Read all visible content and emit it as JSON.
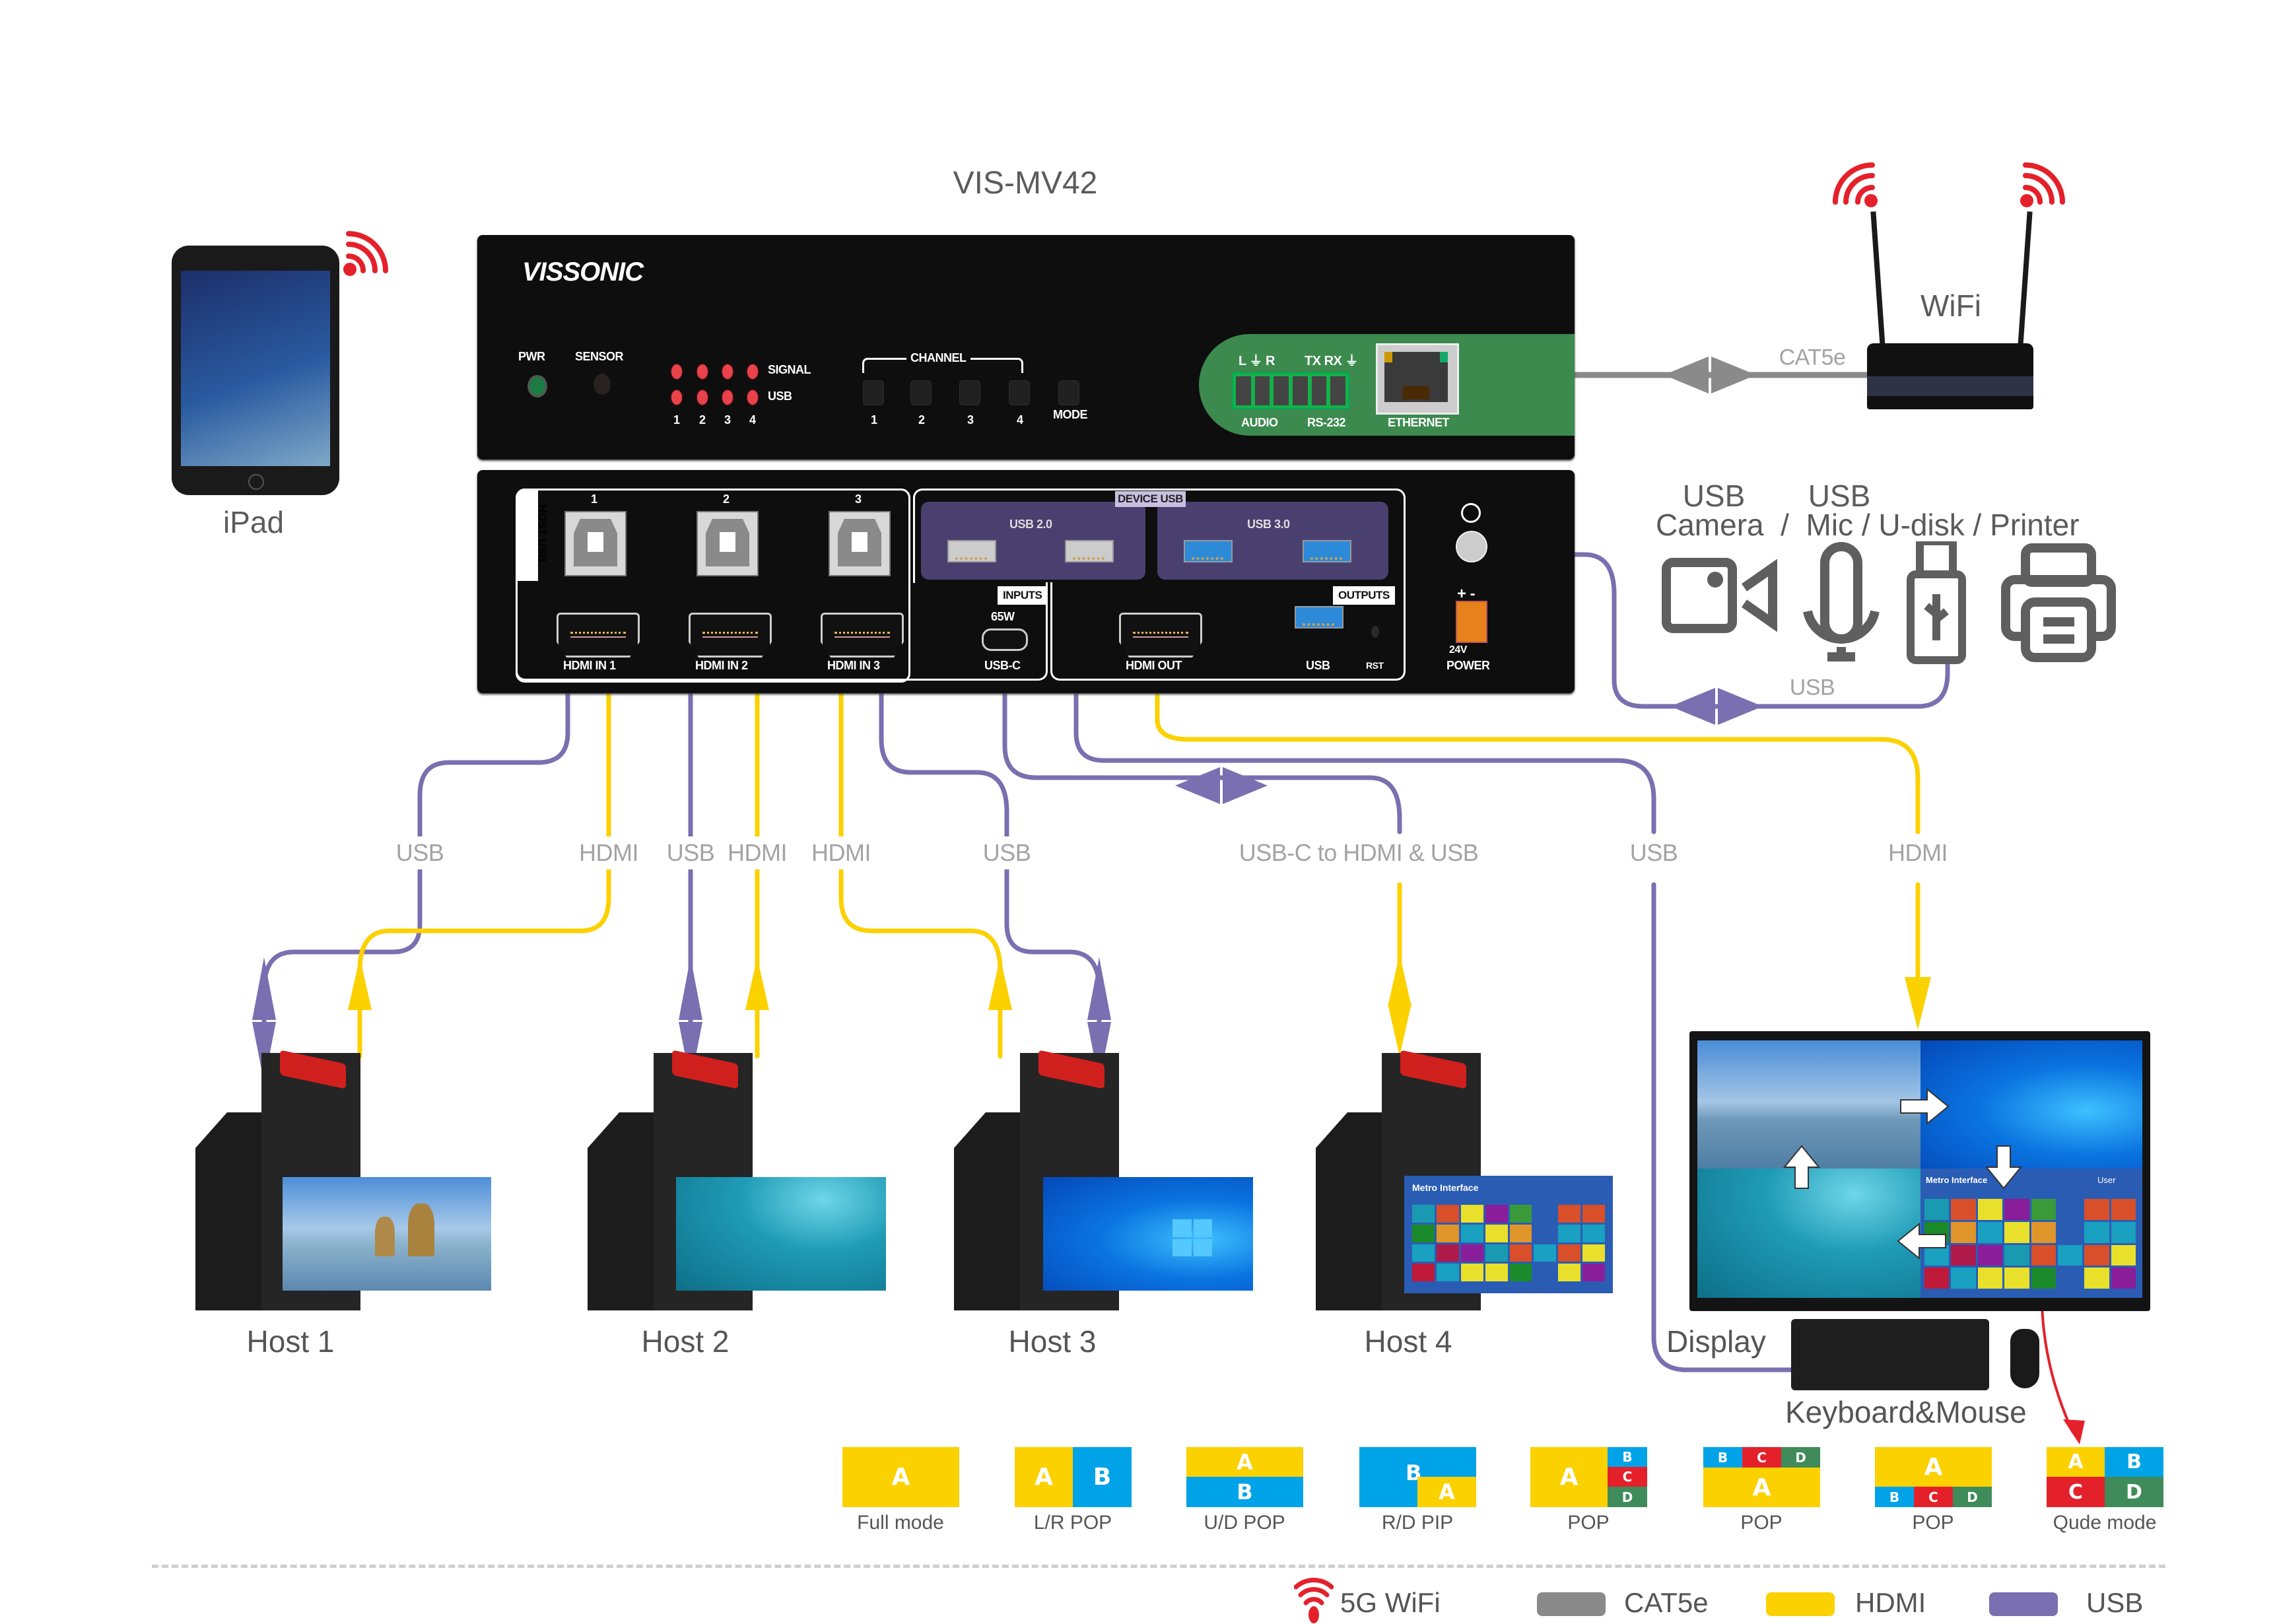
{
  "title": "VIS-MV42",
  "device": {
    "brand": "VISSONIC",
    "front": {
      "pwr": "PWR",
      "sensor": "SENSOR",
      "signal": "SIGNAL",
      "usb": "USB",
      "led_numbers": [
        "1",
        "2",
        "3",
        "4"
      ],
      "channel": "CHANNEL",
      "channel_numbers": [
        "1",
        "2",
        "3",
        "4"
      ],
      "mode": "MODE",
      "audio_pins": "L ⏚ R",
      "rs232_pins": "TX RX ⏚",
      "audio": "AUDIO",
      "rs232": "RS-232",
      "ethernet": "ETHERNET"
    },
    "back": {
      "host_usb": "HOST USB",
      "host_usb_numbers": [
        "1",
        "2",
        "3"
      ],
      "device_usb": "DEVICE USB",
      "usb20": "USB 2.0",
      "usb30": "USB 3.0",
      "inputs": "INPUTS",
      "outputs": "OUTPUTS",
      "hdmi_in": [
        "HDMI IN 1",
        "HDMI IN 2",
        "HDMI IN 3"
      ],
      "usbc_power": "65W",
      "usbc": "USB-C",
      "hdmi_out": "HDMI OUT",
      "usb_out": "USB",
      "rst": "RST",
      "power_polarity": "+ -",
      "power_voltage": "24V",
      "power": "POWER"
    }
  },
  "peripherals": {
    "ipad": "iPad",
    "wifi": "WiFi",
    "cat5e_label": "CAT5e",
    "usb_devices_line1": "USB          USB",
    "usb_camera": "USB",
    "usb_mic": "USB",
    "usb_devices_line2": "Camera  /  Mic / U-disk / Printer",
    "usb_label": "USB",
    "display": "Display",
    "keyboard_mouse": "Keyboard&Mouse"
  },
  "cable_labels": {
    "h1_usb": "USB",
    "h1_hdmi": "HDMI",
    "h2_usb": "USB",
    "h2_hdmi": "HDMI",
    "h3_hdmi": "HDMI",
    "h3_usb": "USB",
    "h4": "USB-C to HDMI & USB",
    "display_usb": "USB",
    "display_hdmi": "HDMI"
  },
  "hosts": [
    "Host 1",
    "Host 2",
    "Host 3",
    "Host 4"
  ],
  "screen": {
    "metro_title": "Metro Interface",
    "user": "User"
  },
  "modes": [
    {
      "label": "Full mode",
      "cells": [
        "A"
      ]
    },
    {
      "label": "L/R POP",
      "cells": [
        "A",
        "B"
      ]
    },
    {
      "label": "U/D POP",
      "cells": [
        "A",
        "B"
      ]
    },
    {
      "label": "R/D PIP",
      "cells": [
        "B",
        "A"
      ]
    },
    {
      "label": "POP",
      "cells": [
        "A",
        "B",
        "C",
        "D"
      ]
    },
    {
      "label": "POP",
      "cells": [
        "B",
        "C",
        "D",
        "A"
      ]
    },
    {
      "label": "POP",
      "cells": [
        "A",
        "B",
        "C",
        "D"
      ]
    },
    {
      "label": "Qude mode",
      "cells": [
        "A",
        "B",
        "C",
        "D"
      ]
    }
  ],
  "legend": [
    {
      "label": "5G WiFi",
      "color": "#e4212b"
    },
    {
      "label": "CAT5e",
      "color": "#8a8a8a"
    },
    {
      "label": "HDMI",
      "color": "#fcd100"
    },
    {
      "label": "USB",
      "color": "#7a6fb0"
    }
  ],
  "colors": {
    "hdmi": "#fcd100",
    "usb": "#7a6fb0",
    "cat5e": "#8a8a8a",
    "wifi": "#e4212b",
    "mode_yellow": "#fcd100",
    "mode_blue": "#00a3e8",
    "mode_red": "#e4212b",
    "mode_green": "#3f8b5a",
    "panel_green": "#3c8a4e"
  }
}
